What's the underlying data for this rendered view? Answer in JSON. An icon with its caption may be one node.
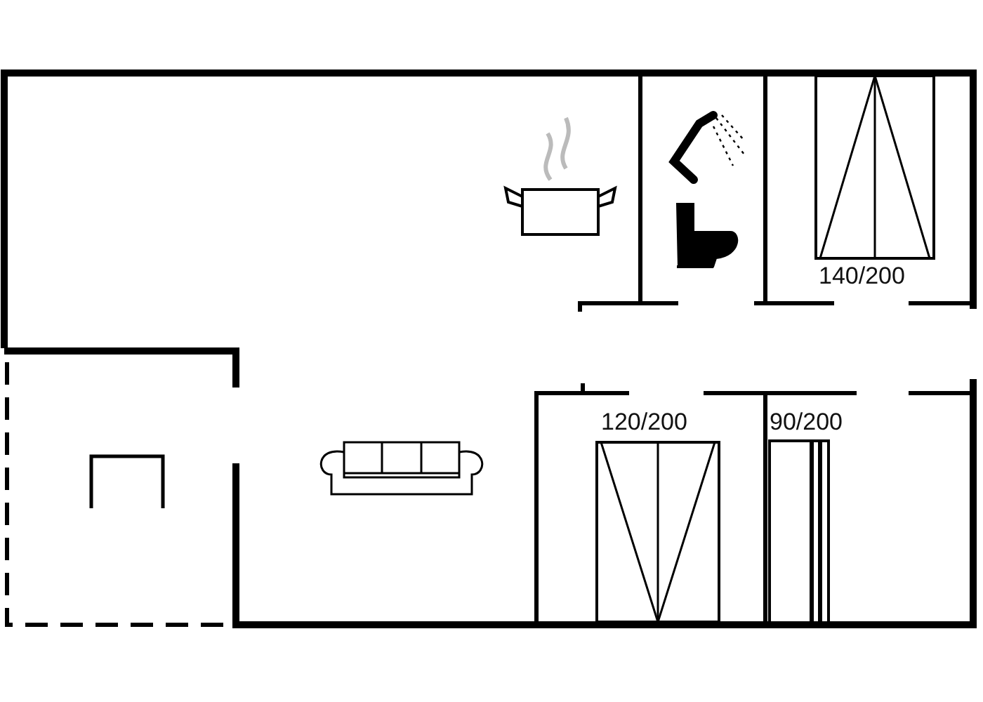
{
  "diagram": {
    "labels": [
      "140/200",
      "120/200",
      "90/200"
    ]
  }
}
